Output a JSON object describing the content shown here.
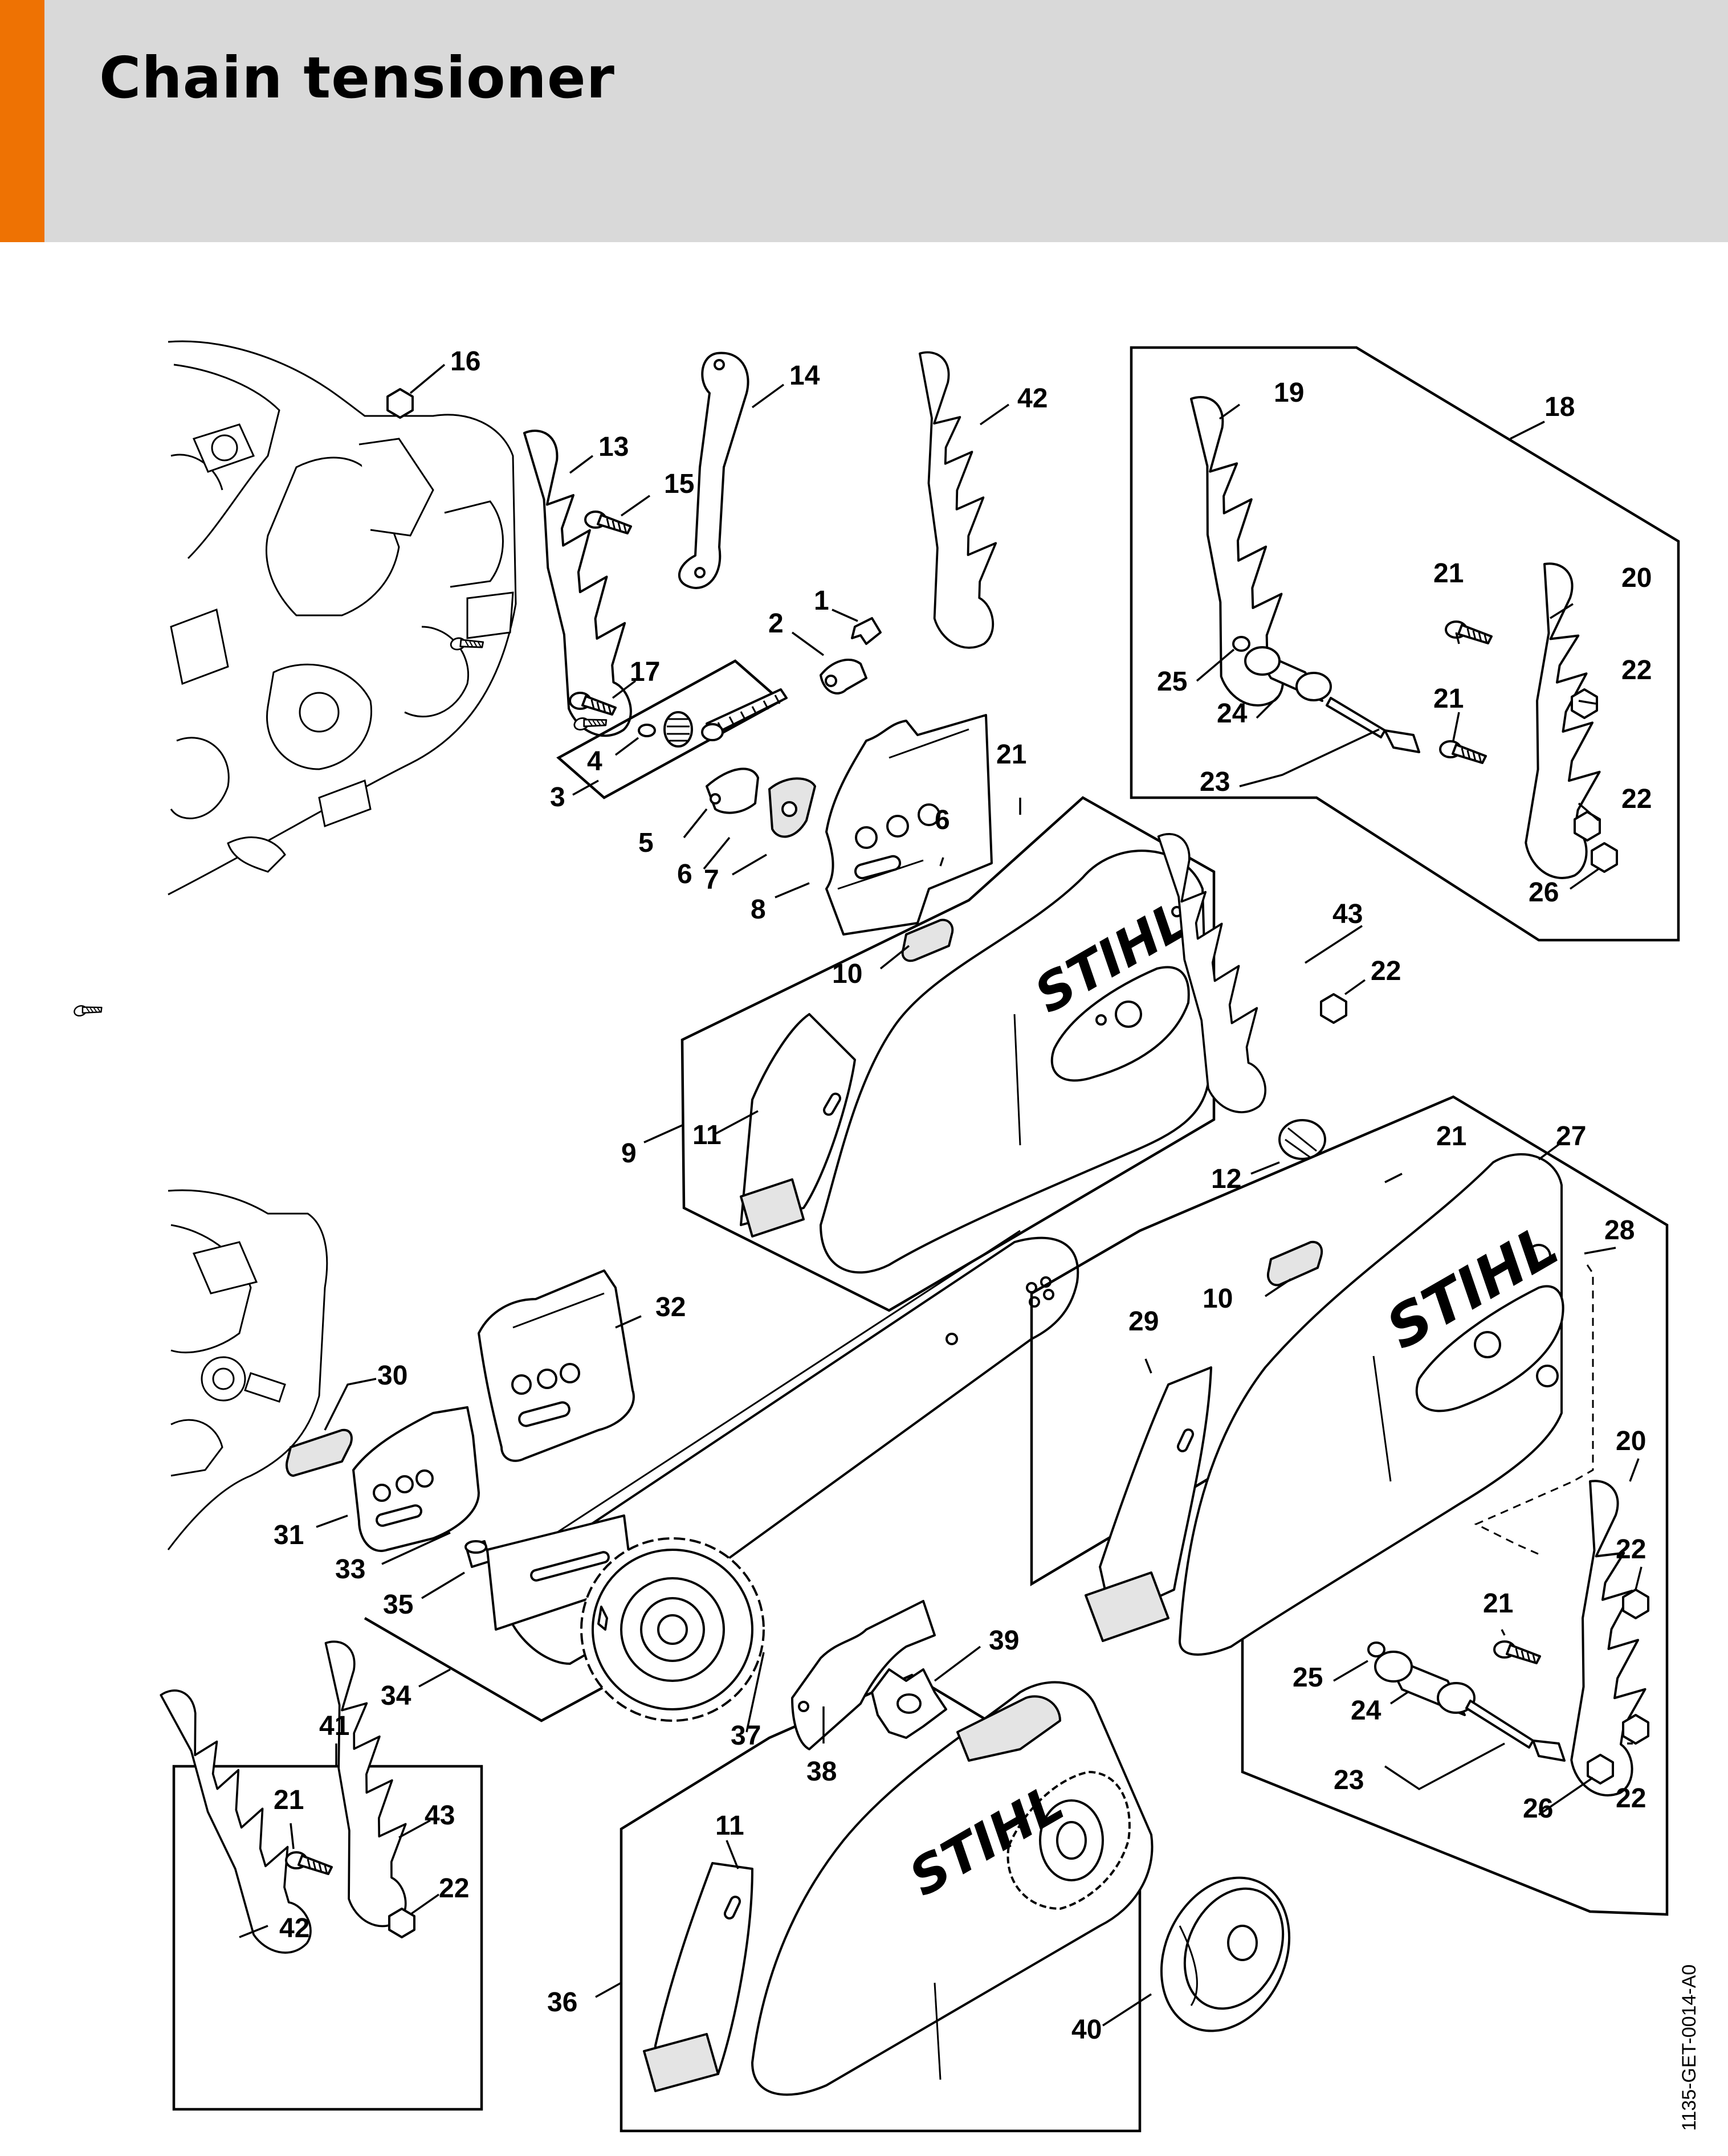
{
  "header": {
    "title": "Chain tensioner",
    "accent_color": "#ee7203",
    "band_color": "#d9d9d9"
  },
  "drawing_code": "1135-GET-0014-A0",
  "brand_logo": "STIHL",
  "callouts": {
    "c1": "1",
    "c2": "2",
    "c3": "3",
    "c4": "4",
    "c5": "5",
    "c6a": "6",
    "c6b": "6",
    "c7": "7",
    "c8": "8",
    "c9": "9",
    "c10a": "10",
    "c10b": "10",
    "c11a": "11",
    "c11b": "11",
    "c12": "12",
    "c13": "13",
    "c14": "14",
    "c15": "15",
    "c16": "16",
    "c17": "17",
    "c18": "18",
    "c19": "19",
    "c20a": "20",
    "c20b": "20",
    "c21a": "21",
    "c21b": "21",
    "c21c": "21",
    "c21d": "21",
    "c21e": "21",
    "c21f": "21",
    "c22a": "22",
    "c22b": "22",
    "c22c": "22",
    "c22d": "22",
    "c22e": "22",
    "c22f": "22",
    "c23a": "23",
    "c23b": "23",
    "c24a": "24",
    "c24b": "24",
    "c25a": "25",
    "c25b": "25",
    "c26a": "26",
    "c26b": "26",
    "c27": "27",
    "c28": "28",
    "c29": "29",
    "c30": "30",
    "c31": "31",
    "c32": "32",
    "c33": "33",
    "c34": "34",
    "c35": "35",
    "c36": "36",
    "c37": "37",
    "c38": "38",
    "c39": "39",
    "c40": "40",
    "c41": "41",
    "c42a": "42",
    "c42b": "42",
    "c43a": "43",
    "c43b": "43"
  }
}
